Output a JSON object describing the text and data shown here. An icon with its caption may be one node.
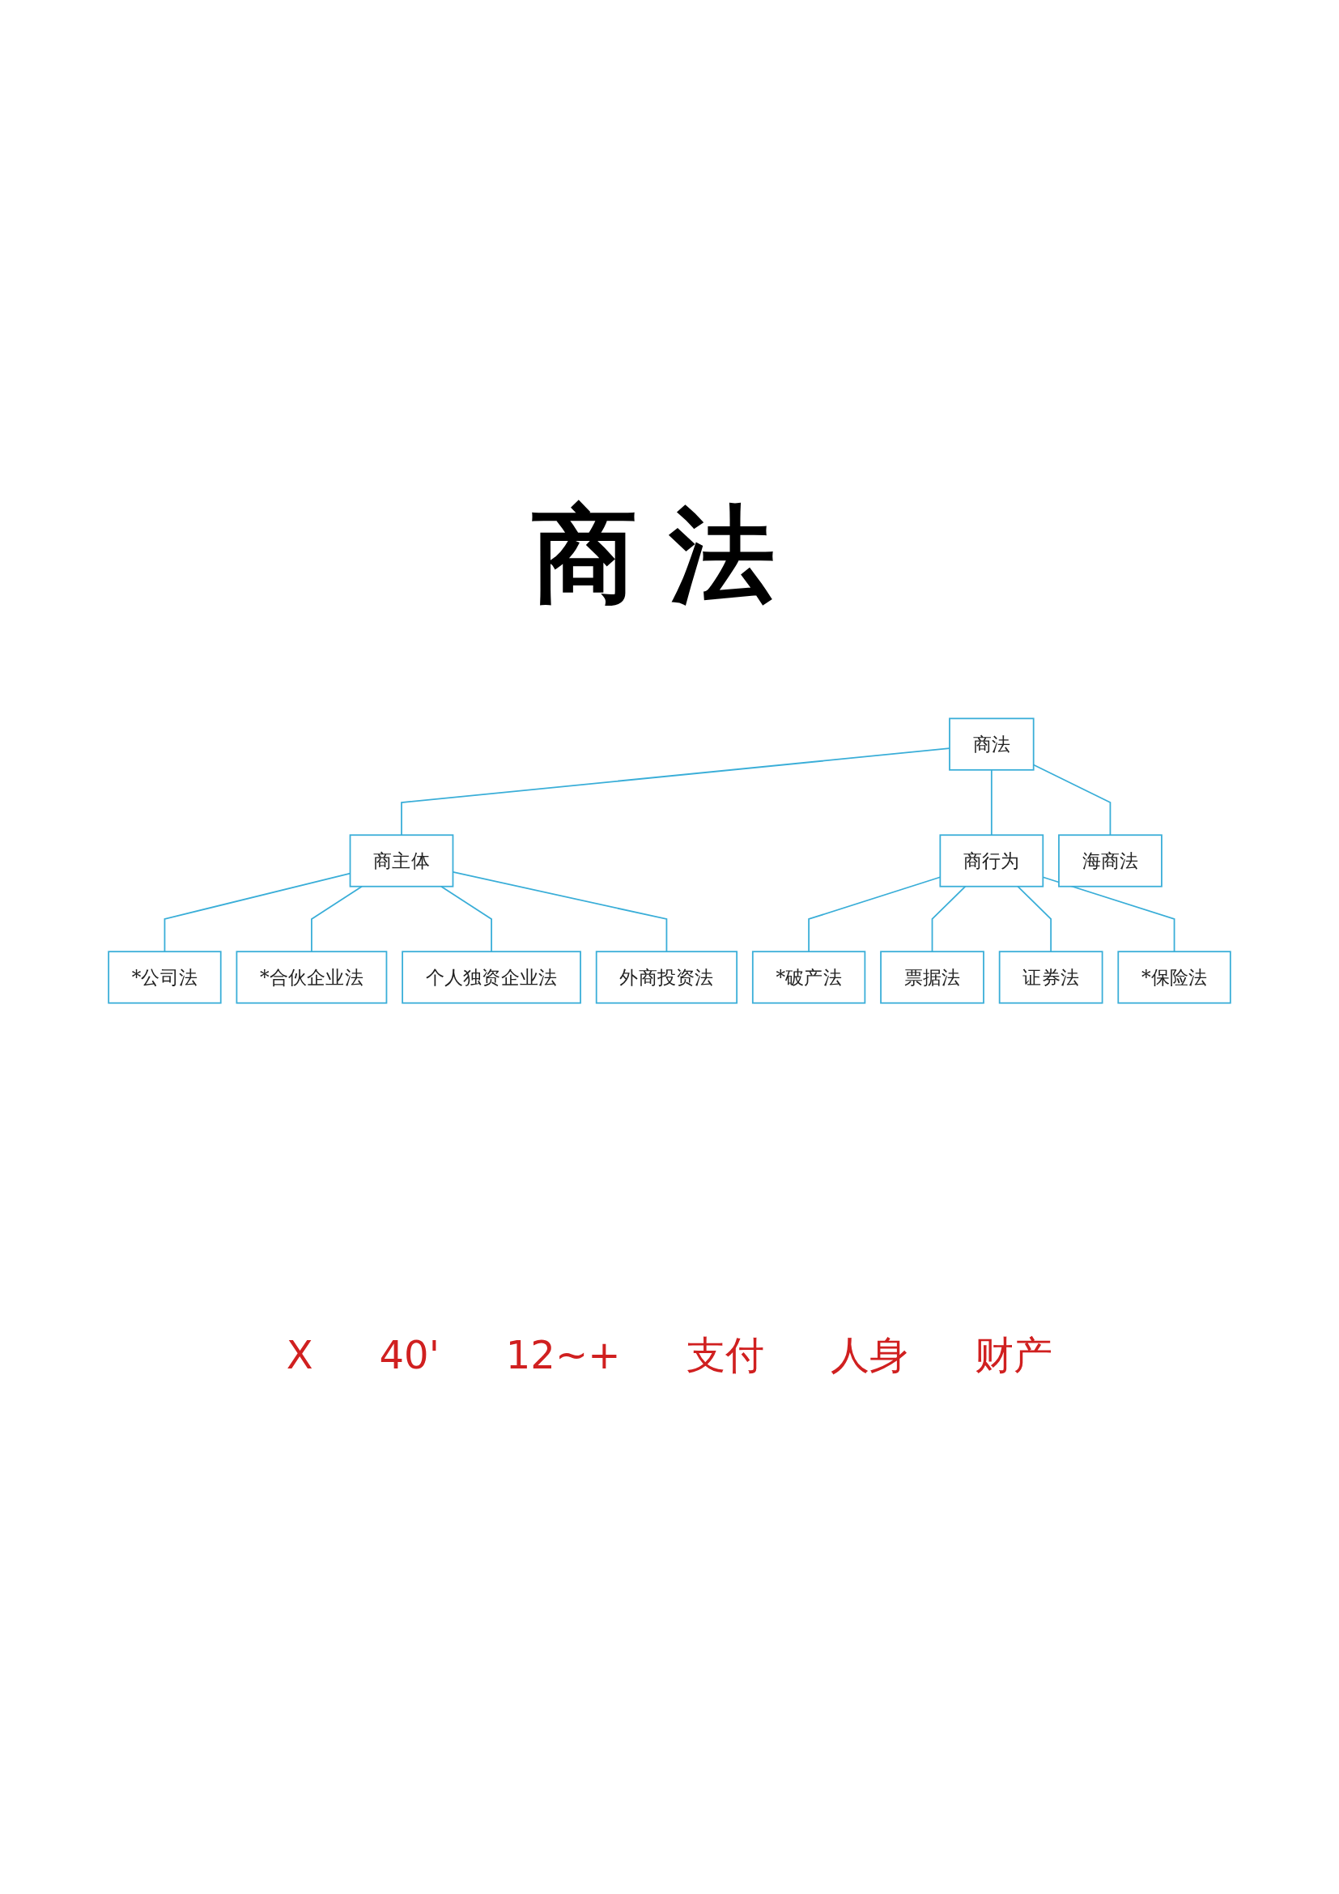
{
  "diagram": {
    "title": "商法",
    "nodes": [
      {
        "text": [
          "商法"
        ]
      },
      {
        "text": [
          "商主体"
        ]
      },
      {
        "text": [
          "商行为"
        ]
      },
      {
        "text": [
          "海商法"
        ]
      },
      {
        "text": [
          "*公司法"
        ]
      },
      {
        "text": [
          "*合伙企业法"
        ]
      },
      {
        "text": [
          "个人独资企业法"
        ]
      },
      {
        "text": [
          "外商投资法"
        ]
      },
      {
        "text": [
          "*破产法"
        ]
      },
      {
        "text": [
          "票据法"
        ]
      },
      {
        "text": [
          "证券法"
        ]
      },
      {
        "text": [
          "*保险法"
        ]
      }
    ],
    "edges": [
      {
        "from": 0,
        "to": 1,
        "arrow": "none"
      },
      {
        "from": 0,
        "to": 2,
        "arrow": "none"
      },
      {
        "from": 0,
        "to": 3,
        "arrow": "none"
      },
      {
        "from": 1,
        "to": 4,
        "arrow": "none"
      },
      {
        "from": 1,
        "to": 5,
        "arrow": "none"
      },
      {
        "from": 1,
        "to": 6,
        "arrow": "none"
      },
      {
        "from": 1,
        "to": 7,
        "arrow": "none"
      },
      {
        "from": 2,
        "to": 8,
        "arrow": "none"
      },
      {
        "from": 2,
        "to": 9,
        "arrow": "none"
      },
      {
        "from": 2,
        "to": 10,
        "arrow": "none"
      },
      {
        "from": 2,
        "to": 11,
        "arrow": "none"
      }
    ],
    "labels": [
      "X",
      "40'",
      "12~+",
      "支付",
      "人身",
      "财产"
    ]
  }
}
